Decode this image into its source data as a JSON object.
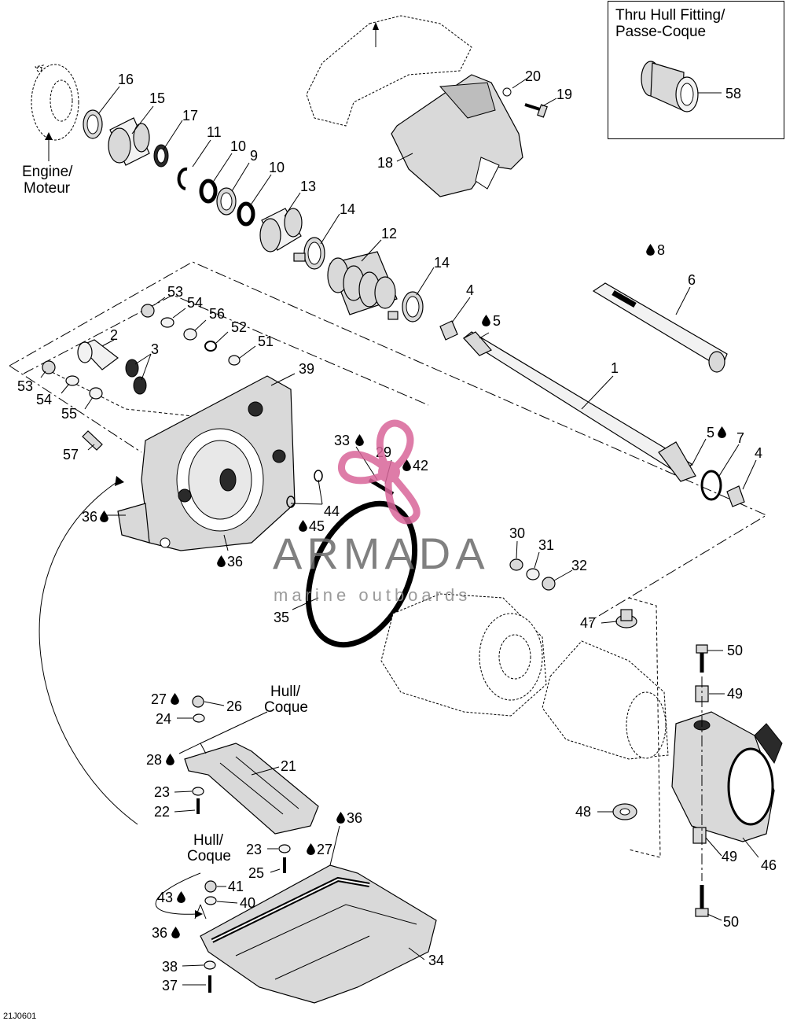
{
  "inset": {
    "title_line1": "Thru Hull Fitting/",
    "title_line2": "Passe-Coque",
    "part": "58"
  },
  "annotations": {
    "engine_line1": "Engine/",
    "engine_line2": "Moteur",
    "hull1_line1": "Hull/",
    "hull1_line2": "Coque",
    "hull2_line1": "Hull/",
    "hull2_line2": "Coque"
  },
  "watermark": {
    "name": "ARMADA",
    "tagline": "marine outboards"
  },
  "figure_code": "21J0601",
  "colors": {
    "watermark_logo": "#d9669a",
    "line": "#000000",
    "watermark_text": "#6b6b6b"
  },
  "drop_icon": "lubricant-drop-icon",
  "labels": [
    {
      "id": "l1",
      "text": "1"
    },
    {
      "id": "l2",
      "text": "2"
    },
    {
      "id": "l3",
      "text": "3"
    },
    {
      "id": "l4a",
      "text": "4"
    },
    {
      "id": "l4b",
      "text": "4"
    },
    {
      "id": "l5a",
      "text": "5"
    },
    {
      "id": "l5b",
      "text": "5"
    },
    {
      "id": "l6",
      "text": "6"
    },
    {
      "id": "l7",
      "text": "7"
    },
    {
      "id": "l8",
      "text": "8"
    },
    {
      "id": "l9",
      "text": "9"
    },
    {
      "id": "l10a",
      "text": "10"
    },
    {
      "id": "l10b",
      "text": "10"
    },
    {
      "id": "l11",
      "text": "11"
    },
    {
      "id": "l12",
      "text": "12"
    },
    {
      "id": "l13",
      "text": "13"
    },
    {
      "id": "l14a",
      "text": "14"
    },
    {
      "id": "l14b",
      "text": "14"
    },
    {
      "id": "l15",
      "text": "15"
    },
    {
      "id": "l16",
      "text": "16"
    },
    {
      "id": "l17",
      "text": "17"
    },
    {
      "id": "l18",
      "text": "18"
    },
    {
      "id": "l19",
      "text": "19"
    },
    {
      "id": "l20",
      "text": "20"
    },
    {
      "id": "l21",
      "text": "21"
    },
    {
      "id": "l22",
      "text": "22"
    },
    {
      "id": "l23a",
      "text": "23"
    },
    {
      "id": "l23b",
      "text": "23"
    },
    {
      "id": "l24",
      "text": "24"
    },
    {
      "id": "l25",
      "text": "25"
    },
    {
      "id": "l26",
      "text": "26"
    },
    {
      "id": "l27a",
      "text": "27"
    },
    {
      "id": "l27b",
      "text": "27"
    },
    {
      "id": "l28",
      "text": "28"
    },
    {
      "id": "l29",
      "text": "29"
    },
    {
      "id": "l30",
      "text": "30"
    },
    {
      "id": "l31",
      "text": "31"
    },
    {
      "id": "l32",
      "text": "32"
    },
    {
      "id": "l33",
      "text": "33"
    },
    {
      "id": "l34",
      "text": "34"
    },
    {
      "id": "l35",
      "text": "35"
    },
    {
      "id": "l36a",
      "text": "36"
    },
    {
      "id": "l36b",
      "text": "36"
    },
    {
      "id": "l36c",
      "text": "36"
    },
    {
      "id": "l36d",
      "text": "36"
    },
    {
      "id": "l37",
      "text": "37"
    },
    {
      "id": "l38",
      "text": "38"
    },
    {
      "id": "l39",
      "text": "39"
    },
    {
      "id": "l40",
      "text": "40"
    },
    {
      "id": "l41",
      "text": "41"
    },
    {
      "id": "l42",
      "text": "42"
    },
    {
      "id": "l43",
      "text": "43"
    },
    {
      "id": "l44",
      "text": "44"
    },
    {
      "id": "l45",
      "text": "45"
    },
    {
      "id": "l46",
      "text": "46"
    },
    {
      "id": "l47",
      "text": "47"
    },
    {
      "id": "l48",
      "text": "48"
    },
    {
      "id": "l49a",
      "text": "49"
    },
    {
      "id": "l49b",
      "text": "49"
    },
    {
      "id": "l50a",
      "text": "50"
    },
    {
      "id": "l50b",
      "text": "50"
    },
    {
      "id": "l51",
      "text": "51"
    },
    {
      "id": "l52",
      "text": "52"
    },
    {
      "id": "l53a",
      "text": "53"
    },
    {
      "id": "l53b",
      "text": "53"
    },
    {
      "id": "l54a",
      "text": "54"
    },
    {
      "id": "l54b",
      "text": "54"
    },
    {
      "id": "l55",
      "text": "55"
    },
    {
      "id": "l56",
      "text": "56"
    },
    {
      "id": "l57",
      "text": "57"
    }
  ]
}
